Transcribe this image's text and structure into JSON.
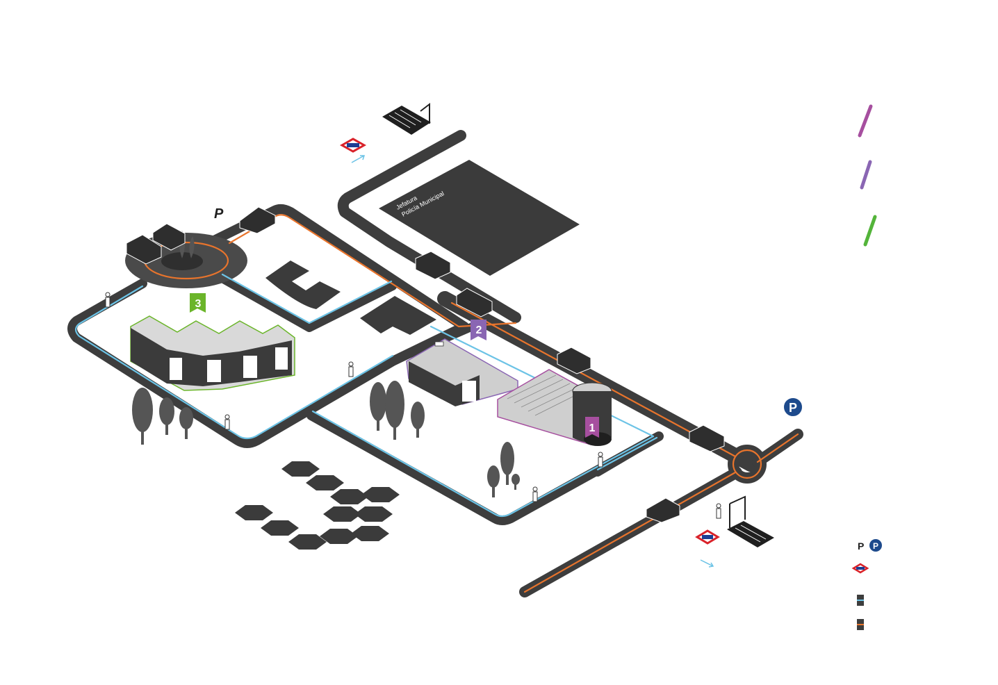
{
  "map": {
    "building_label_line1": "Jefatura",
    "building_label_line2": "Policía Municipal",
    "parking_letter_italic": "P",
    "parking_icon_letter": "P",
    "markers": [
      {
        "number": "1",
        "color": "#a64f9f"
      },
      {
        "number": "2",
        "color": "#8a66b3"
      },
      {
        "number": "3",
        "color": "#6bb52a"
      }
    ],
    "legend": {
      "parking_text": "P",
      "parking_icon_letter": "P"
    }
  },
  "colors": {
    "road": "#3d3d3d",
    "lane_orange": "#e8742c",
    "lane_blue": "#6cc3e6",
    "building_dark": "#3b3b3b",
    "parking_blue": "#1d4a8c",
    "metro_red": "#d9222a",
    "metro_blue": "#1c3e94",
    "stroke_magenta": "#a64f9f",
    "stroke_violet": "#8a66b3",
    "stroke_green": "#53b43a"
  },
  "icons": [
    "car-icon",
    "pedestrian-icon",
    "tree-icon",
    "metro-icon",
    "parking-icon",
    "bus-icon",
    "stairs-icon"
  ]
}
